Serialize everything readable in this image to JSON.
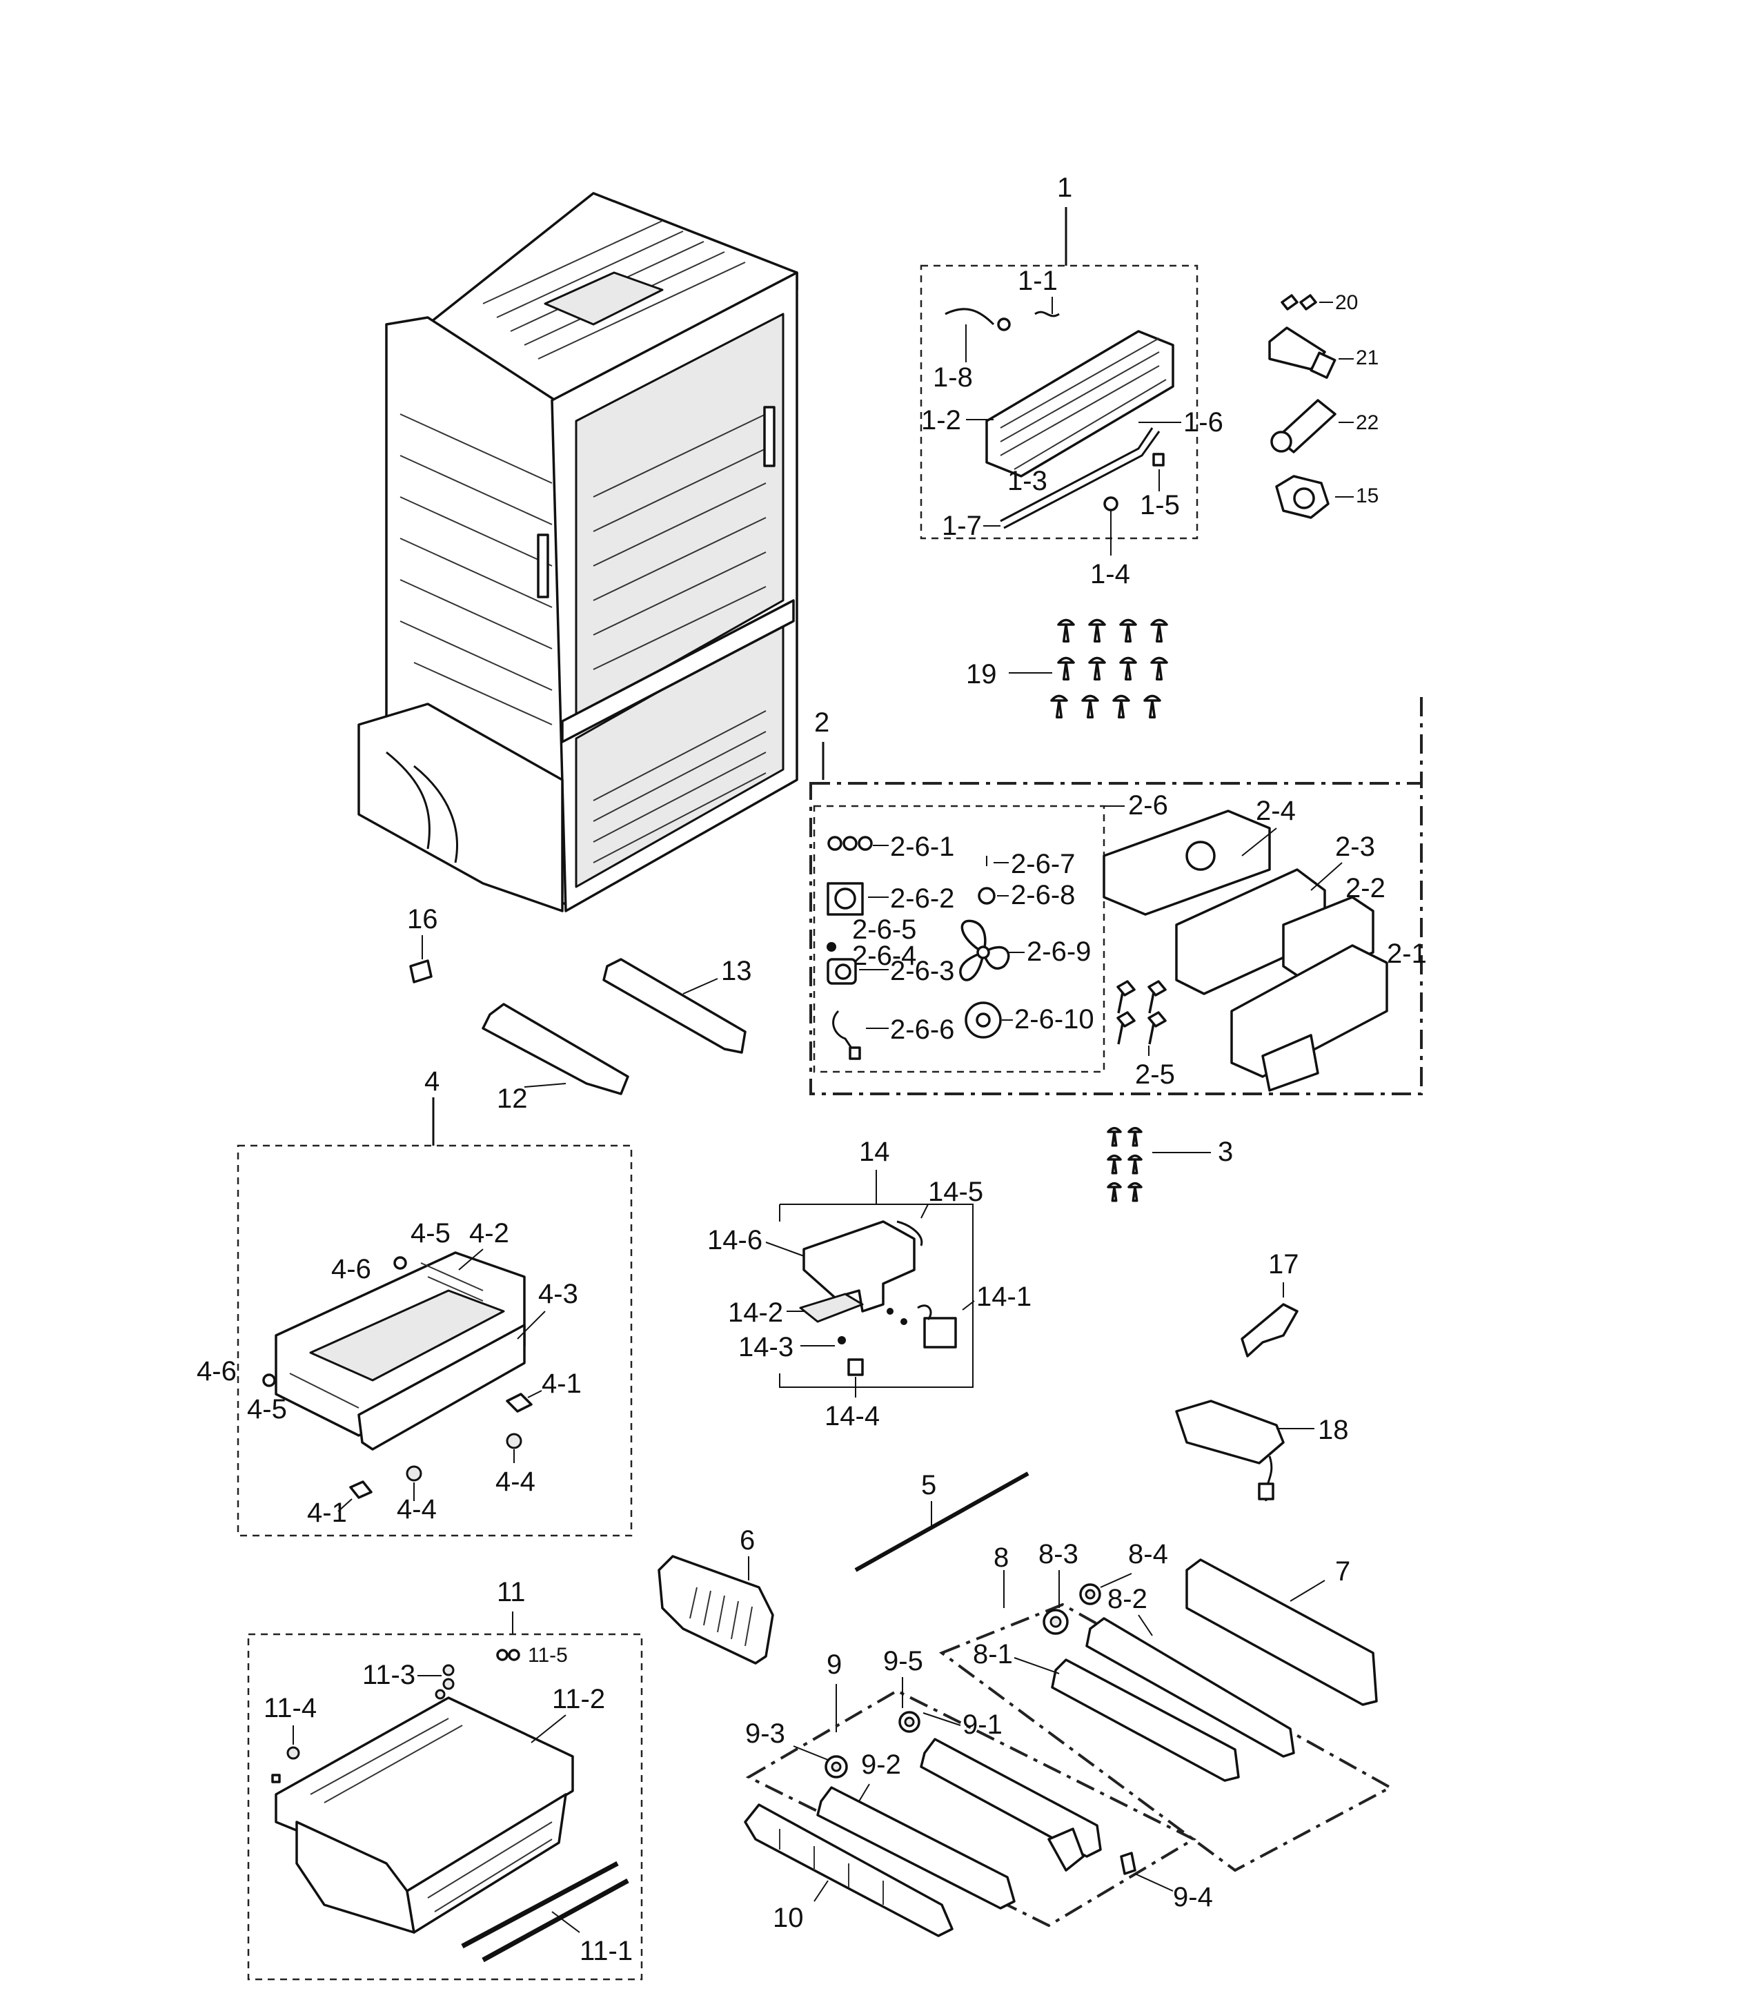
{
  "diagram": {
    "labels": {
      "1": "1",
      "1_1": "1-1",
      "1_2": "1-2",
      "1_3": "1-3",
      "1_4": "1-4",
      "1_5": "1-5",
      "1_6": "1-6",
      "1_7": "1-7",
      "1_8": "1-8",
      "2": "2",
      "2_1": "2-1",
      "2_2": "2-2",
      "2_3": "2-3",
      "2_4": "2-4",
      "2_5": "2-5",
      "2_6": "2-6",
      "2_6_1": "2-6-1",
      "2_6_2": "2-6-2",
      "2_6_3": "2-6-3",
      "2_6_4": "2-6-4",
      "2_6_5": "2-6-5",
      "2_6_6": "2-6-6",
      "2_6_7": "2-6-7",
      "2_6_8": "2-6-8",
      "2_6_9": "2-6-9",
      "2_6_10": "2-6-10",
      "3": "3",
      "4": "4",
      "4_1a": "4-1",
      "4_1b": "4-1",
      "4_2": "4-2",
      "4_3": "4-3",
      "4_4a": "4-4",
      "4_4b": "4-4",
      "4_5a": "4-5",
      "4_5b": "4-5",
      "4_6a": "4-6",
      "4_6b": "4-6",
      "5": "5",
      "6": "6",
      "7": "7",
      "8": "8",
      "8_1": "8-1",
      "8_2": "8-2",
      "8_3": "8-3",
      "8_4": "8-4",
      "9": "9",
      "9_1": "9-1",
      "9_2": "9-2",
      "9_3": "9-3",
      "9_4": "9-4",
      "9_5": "9-5",
      "10": "10",
      "11": "11",
      "11_1": "11-1",
      "11_2": "11-2",
      "11_3": "11-3",
      "11_4": "11-4",
      "11_5": "11-5",
      "12": "12",
      "13": "13",
      "14": "14",
      "14_1": "14-1",
      "14_2": "14-2",
      "14_3": "14-3",
      "14_4": "14-4",
      "14_5": "14-5",
      "14_6": "14-6",
      "15": "15",
      "16": "16",
      "17": "17",
      "18": "18",
      "19": "19",
      "20": "20",
      "21": "21",
      "22": "22"
    }
  }
}
